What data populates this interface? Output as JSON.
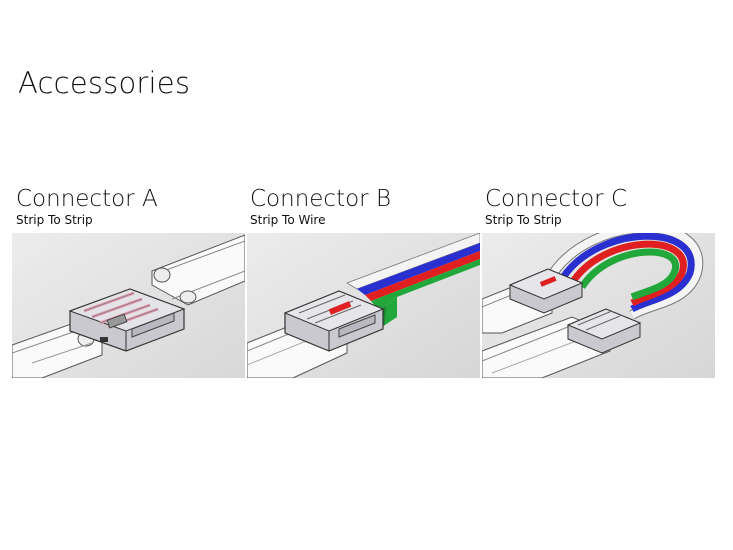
{
  "page": {
    "title": "Accessories"
  },
  "connectors": [
    {
      "name": "Connector A",
      "subtitle": "Strip To Strip"
    },
    {
      "name": "Connector B",
      "subtitle": "Strip To Wire"
    },
    {
      "name": "Connector C",
      "subtitle": "Strip To Strip"
    }
  ],
  "colors": {
    "wire_white": "#f4f4f4",
    "wire_blue": "#2a2fd0",
    "wire_red": "#e02020",
    "wire_green": "#22a83a",
    "housing": "#d9d9dd",
    "housing_shadow": "#9a9aa2",
    "strip": "#f2f2f2",
    "strip_dark": "#707070",
    "led_pink": "#e59bb0"
  }
}
